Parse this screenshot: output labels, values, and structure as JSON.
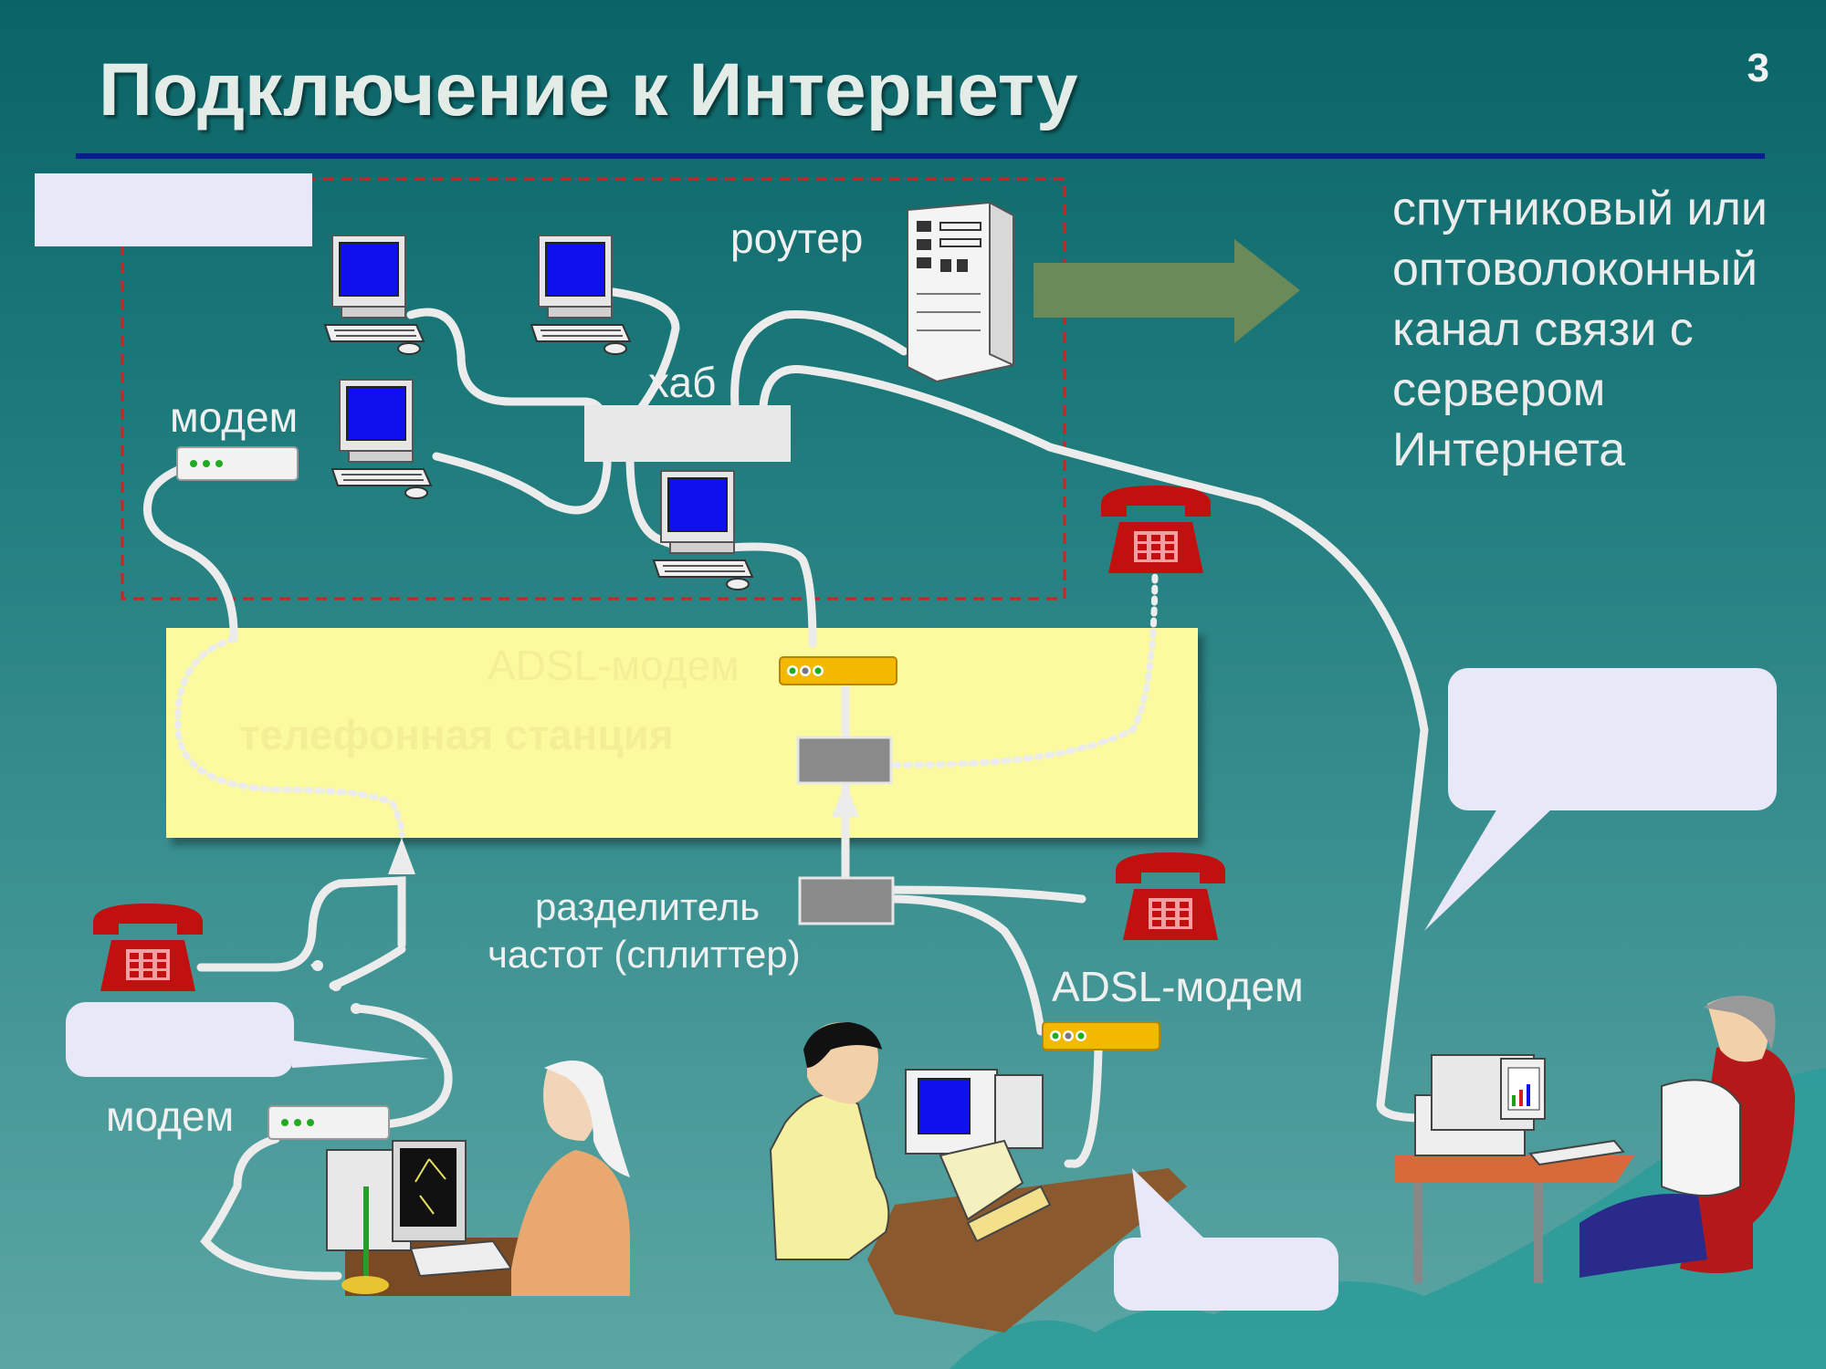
{
  "slide": {
    "title": "Подключение к Интернету",
    "page_number": "3"
  },
  "top_network": {
    "router_label": "роутер",
    "hub_label": "хаб",
    "modem_label": "модем",
    "blank_label": ""
  },
  "right_text": {
    "line1": "спутниковый или",
    "line2": "оптоволоконный",
    "line3": "канал связи с",
    "line4": "сервером",
    "line5": "Интернета"
  },
  "station": {
    "label": "телефонная станция",
    "adsl_label": "ADSL-модем"
  },
  "bottom": {
    "splitter_line1": "разделитель",
    "splitter_line2": "частот (сплиттер)",
    "adsl_modem_label": "ADSL-модем",
    "dialup_modem_label": "модем",
    "callout_left": "",
    "callout_right": "",
    "callout_bottom": ""
  },
  "colors": {
    "background_top": "#0a6366",
    "background_bottom": "#5ba6a4",
    "title_rule": "#0a1d8a",
    "station_fill": "#fbfa9f",
    "arrow": "#6b8a5a",
    "phone": "#c21010",
    "adsl_modem": "#f5b800",
    "monitor_screen": "#1010ee",
    "cable": "#ececec",
    "dashed_border": "#d42020"
  },
  "icons": [
    "desktop-computer-icon",
    "server-tower-icon",
    "telephone-icon",
    "modem-icon",
    "adsl-modem-icon",
    "hub-icon",
    "splitter-icon",
    "arrow-right-icon",
    "person-icon"
  ]
}
